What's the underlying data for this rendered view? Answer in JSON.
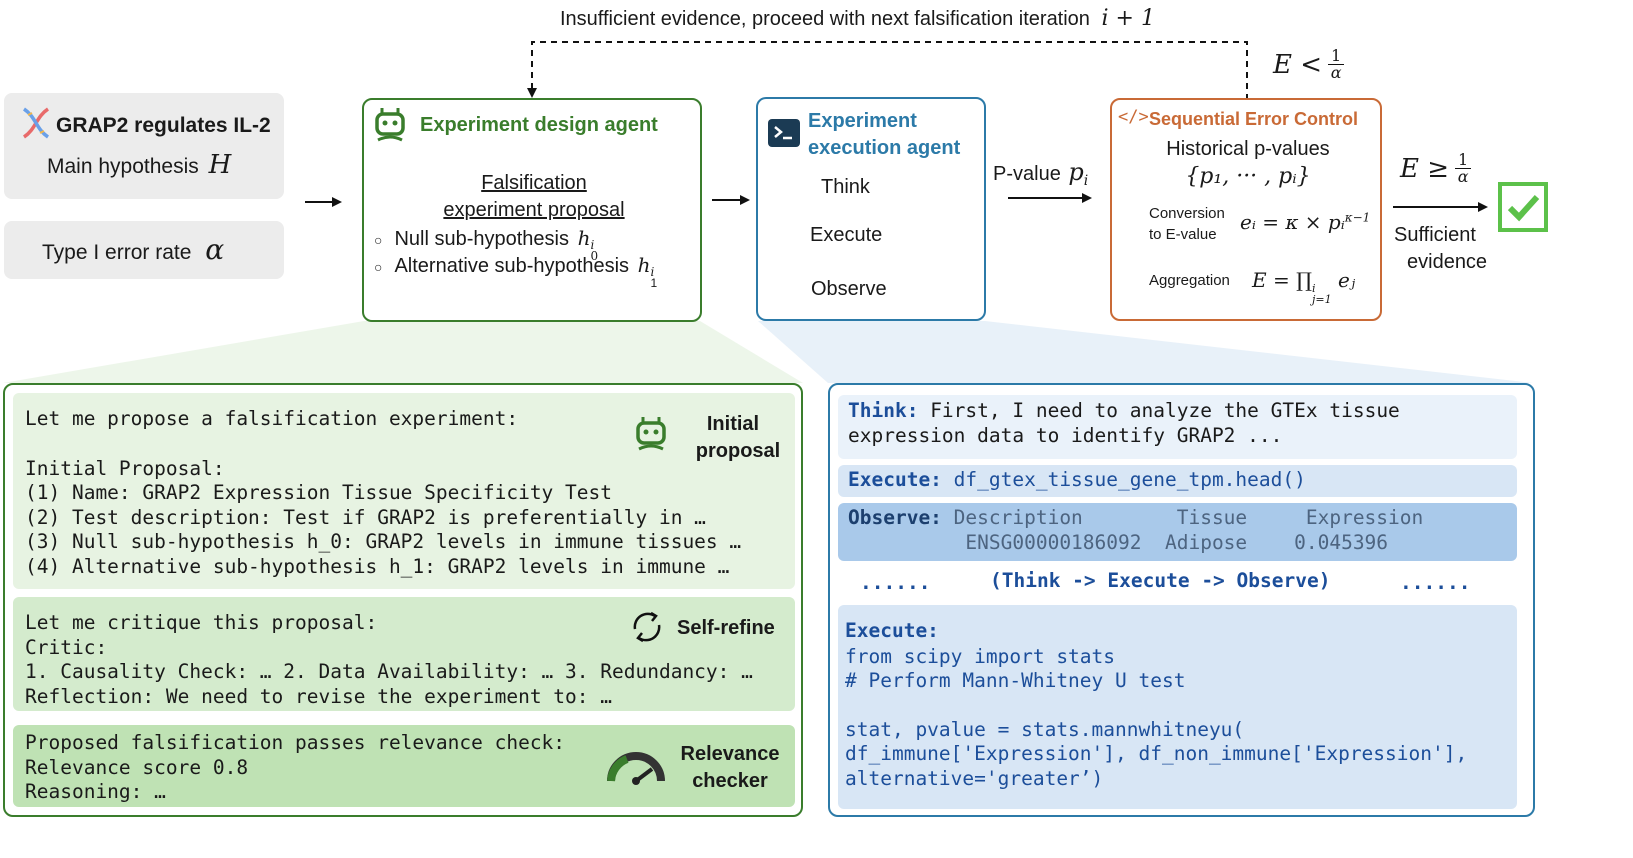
{
  "top_loop_text": "Insufficient evidence, proceed with next falsification iteration",
  "top_loop_math": "i + 1",
  "e_less_label": "E <",
  "e_less_frac_num": "1",
  "e_less_frac_den": "α",
  "hypothesis": {
    "title": "GRAP2 regulates IL-2",
    "label": "Main hypothesis",
    "symbol": "H"
  },
  "error_rate": {
    "label": "Type I error rate",
    "symbol": "α"
  },
  "design_agent": {
    "title": "Experiment design agent",
    "proposal_line1": "Falsification",
    "proposal_line2": "experiment proposal",
    "null_label": "Null sub-hypothesis",
    "null_symbol": "h",
    "null_sub": "0",
    "null_sup": "i",
    "alt_label": "Alternative sub-hypothesis",
    "alt_symbol": "h",
    "alt_sub": "1",
    "alt_sup": "i"
  },
  "execution_agent": {
    "title_line1": "Experiment",
    "title_line2": "execution agent",
    "think": "Think",
    "execute": "Execute",
    "observe": "Observe"
  },
  "pvalue_label": "P-value",
  "pvalue_symbol": "p",
  "pvalue_sub": "i",
  "error_control": {
    "title": "Sequential Error Control",
    "historical": "Historical p-values",
    "set_expr": "{p₁, ··· , pᵢ}",
    "conversion_line1": "Conversion",
    "conversion_line2": "to E-value",
    "conversion_expr": "eᵢ = κ × pᵢ",
    "conversion_exp": "κ−1",
    "aggregation": "Aggregation",
    "aggregation_expr": "E = ∏",
    "aggregation_limits": "j=1",
    "aggregation_upper": "i",
    "aggregation_tail": "eⱼ"
  },
  "e_geq_label": "E ≥",
  "e_geq_frac_num": "1",
  "e_geq_frac_den": "α",
  "sufficient_line1": "Sufficient",
  "sufficient_line2": "evidence",
  "green_panel": {
    "block1": {
      "lines": [
        "Let me propose a falsification experiment:",
        "",
        "Initial Proposal:",
        "(1) Name: GRAP2 Expression Tissue Specificity Test",
        "(2) Test description: Test if GRAP2 is preferentially in …",
        "(3) Null sub-hypothesis h_0: GRAP2 levels in immune tissues …",
        "(4) Alternative sub-hypothesis h_1: GRAP2 levels in immune …"
      ],
      "badge_line1": "Initial",
      "badge_line2": "proposal"
    },
    "block2": {
      "lines": [
        "Let me critique this proposal:",
        "Critic:",
        "1. Causality Check: … 2. Data Availability: … 3. Redundancy: …",
        "Reflection: We need to revise the experiment to: …"
      ],
      "badge": "Self-refine"
    },
    "block3": {
      "lines": [
        "Proposed falsification passes relevance check:",
        "Relevance score 0.8",
        "Reasoning: …"
      ],
      "badge_line1": "Relevance",
      "badge_line2": "checker"
    }
  },
  "blue_panel": {
    "think_label": "Think:",
    "think_line1": " First, I need to analyze the GTEx tissue",
    "think_line2": "expression data to identify GRAP2 ...",
    "execute_label": "Execute:",
    "execute_code": " df_gtex_tissue_gene_tpm.head()",
    "observe_label": "Observe:",
    "observe_row1": " Description        Tissue     Expression",
    "observe_row2": "          ENSG00000186092  Adipose    0.045396",
    "loop_dots_left": "......",
    "loop_text": "(Think -> Execute -> Observe)",
    "loop_dots_right": "......",
    "execute2_label": "Execute:",
    "code_lines": [
      "from scipy import stats",
      "# Perform Mann-Whitney U test",
      "",
      "stat, pvalue = stats.mannwhitneyu(",
      "df_immune['Expression'], df_non_immune['Expression'],",
      "alternative='greater’)"
    ]
  },
  "colors": {
    "green": "#3a7d2c",
    "blue": "#2c7aa8",
    "orange": "#c96a36",
    "check": "#5cc14a"
  }
}
